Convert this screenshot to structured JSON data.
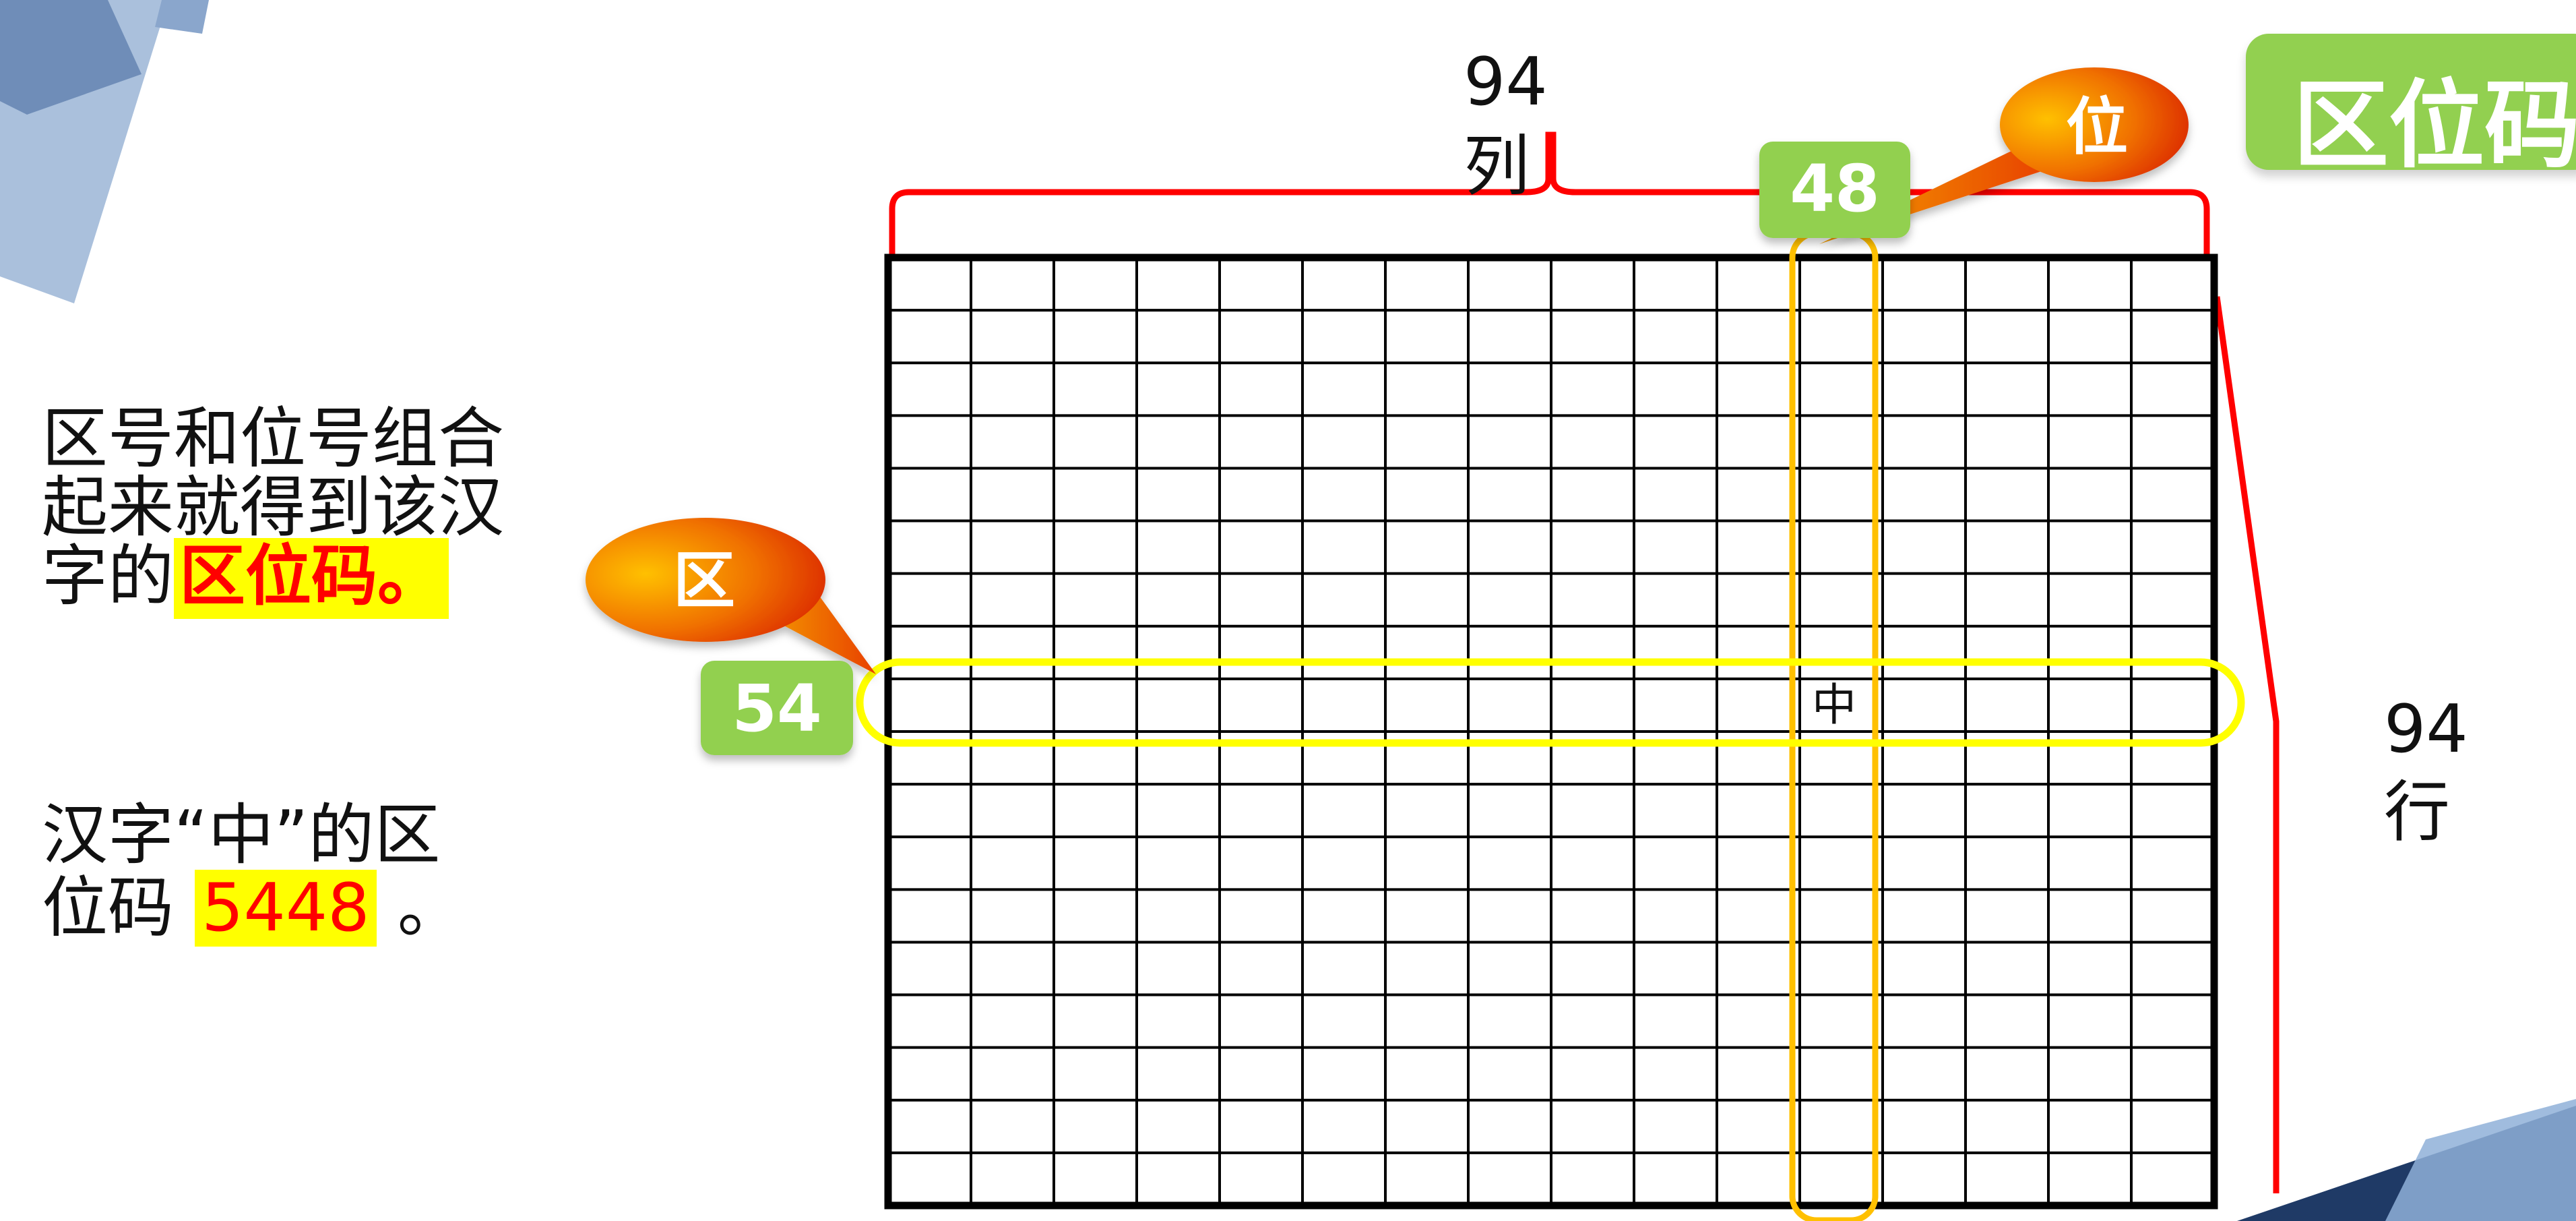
{
  "title": "区位码",
  "description": {
    "line1": "区号和位号组合",
    "line2": "起来就得到该汉",
    "line3_prefix": "字的",
    "line3_highlight": "区位码。"
  },
  "example": {
    "line1": "汉字“中”的区",
    "line2_prefix": "位码",
    "code": "5448",
    "line2_suffix": "。"
  },
  "grid": {
    "columns_count": "94",
    "columns_unit": "列",
    "rows_count": "94",
    "rows_unit": "行",
    "highlight_char": "中"
  },
  "callouts": {
    "column_label": "位",
    "column_number": "48",
    "row_label": "区",
    "row_number": "54"
  },
  "colors": {
    "brace": "#ff0000",
    "green_badge": "#92d050",
    "row_highlight": "#ffff00",
    "column_highlight": "#ffc000",
    "callout_gradient_start": "#ffc000",
    "callout_gradient_end": "#e02000",
    "text_highlight": "#ffff00",
    "emphasis_text": "#ff0000"
  }
}
